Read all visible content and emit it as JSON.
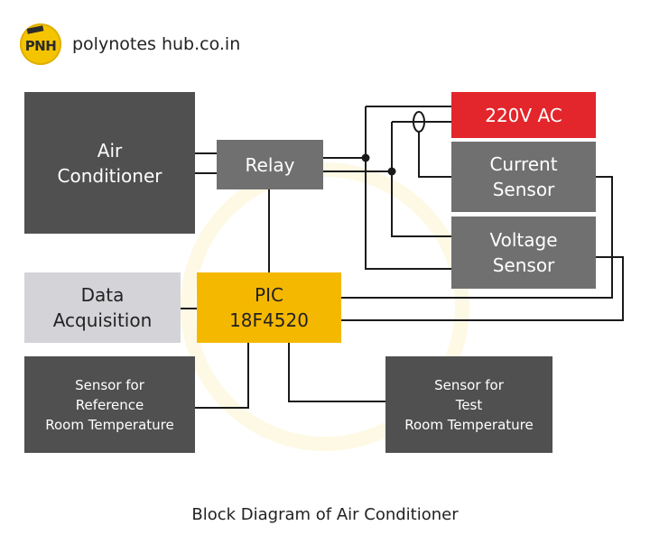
{
  "header": {
    "logo_text": "PNH",
    "site": "polynotes hub.co.in"
  },
  "blocks": {
    "air_conditioner": [
      "Air",
      "Conditioner"
    ],
    "relay": "Relay",
    "ac_supply": "220V AC",
    "current_sensor": [
      "Current",
      "Sensor"
    ],
    "voltage_sensor": [
      "Voltage",
      "Sensor"
    ],
    "data_acquisition": [
      "Data",
      "Acquisition"
    ],
    "pic": [
      "PIC",
      "18F4520"
    ],
    "ref_sensor": [
      "Sensor for",
      "Reference",
      "Room Temperature"
    ],
    "test_sensor": [
      "Sensor for",
      "Test",
      "Room Temperature"
    ]
  },
  "caption": "Block Diagram of Air Conditioner",
  "colors": {
    "dark": "#505050",
    "mid": "#707070",
    "light": "#d4d4d8",
    "red": "#e3262b",
    "yellow": "#f5b800",
    "wire": "#1a1a1a"
  }
}
